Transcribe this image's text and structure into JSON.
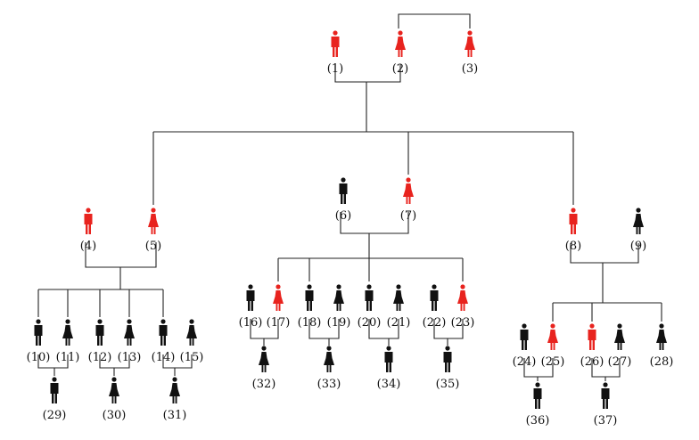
{
  "colors": {
    "affected": "#e8231e",
    "unaffected": "#111111",
    "line": "#222222"
  },
  "individuals": [
    {
      "id": "1",
      "label": "(1)",
      "sex": "male",
      "affected": true
    },
    {
      "id": "2",
      "label": "(2)",
      "sex": "female",
      "affected": true
    },
    {
      "id": "3",
      "label": "(3)",
      "sex": "female",
      "affected": true
    },
    {
      "id": "4",
      "label": "(4)",
      "sex": "male",
      "affected": true
    },
    {
      "id": "5",
      "label": "(5)",
      "sex": "female",
      "affected": true
    },
    {
      "id": "6",
      "label": "(6)",
      "sex": "male",
      "affected": false
    },
    {
      "id": "7",
      "label": "(7)",
      "sex": "female",
      "affected": true
    },
    {
      "id": "8",
      "label": "(8)",
      "sex": "male",
      "affected": true
    },
    {
      "id": "9",
      "label": "(9)",
      "sex": "female",
      "affected": false
    },
    {
      "id": "10",
      "label": "(10)",
      "sex": "male",
      "affected": false
    },
    {
      "id": "11",
      "label": "(11)",
      "sex": "female",
      "affected": false
    },
    {
      "id": "12",
      "label": "(12)",
      "sex": "male",
      "affected": false
    },
    {
      "id": "13",
      "label": "(13)",
      "sex": "female",
      "affected": false
    },
    {
      "id": "14",
      "label": "(14)",
      "sex": "male",
      "affected": false
    },
    {
      "id": "15",
      "label": "(15)",
      "sex": "female",
      "affected": false
    },
    {
      "id": "16",
      "label": "(16)",
      "sex": "male",
      "affected": false
    },
    {
      "id": "17",
      "label": "(17)",
      "sex": "female",
      "affected": true
    },
    {
      "id": "18",
      "label": "(18)",
      "sex": "male",
      "affected": false
    },
    {
      "id": "19",
      "label": "(19)",
      "sex": "female",
      "affected": false
    },
    {
      "id": "20",
      "label": "(20)",
      "sex": "male",
      "affected": false
    },
    {
      "id": "21",
      "label": "(21)",
      "sex": "female",
      "affected": false
    },
    {
      "id": "22",
      "label": "(22)",
      "sex": "male",
      "affected": false
    },
    {
      "id": "23",
      "label": "(23)",
      "sex": "female",
      "affected": true
    },
    {
      "id": "24",
      "label": "(24)",
      "sex": "male",
      "affected": false
    },
    {
      "id": "25",
      "label": "(25)",
      "sex": "female",
      "affected": true
    },
    {
      "id": "26",
      "label": "(26)",
      "sex": "male",
      "affected": true
    },
    {
      "id": "27",
      "label": "(27)",
      "sex": "female",
      "affected": false
    },
    {
      "id": "28",
      "label": "(28)",
      "sex": "female",
      "affected": false
    },
    {
      "id": "29",
      "label": "(29)",
      "sex": "male",
      "affected": false
    },
    {
      "id": "30",
      "label": "(30)",
      "sex": "female",
      "affected": false
    },
    {
      "id": "31",
      "label": "(31)",
      "sex": "female",
      "affected": false
    },
    {
      "id": "32",
      "label": "(32)",
      "sex": "female",
      "affected": false
    },
    {
      "id": "33",
      "label": "(33)",
      "sex": "female",
      "affected": false
    },
    {
      "id": "34",
      "label": "(34)",
      "sex": "male",
      "affected": false
    },
    {
      "id": "35",
      "label": "(35)",
      "sex": "male",
      "affected": false
    },
    {
      "id": "36",
      "label": "(36)",
      "sex": "male",
      "affected": false
    },
    {
      "id": "37",
      "label": "(37)",
      "sex": "male",
      "affected": false
    }
  ]
}
